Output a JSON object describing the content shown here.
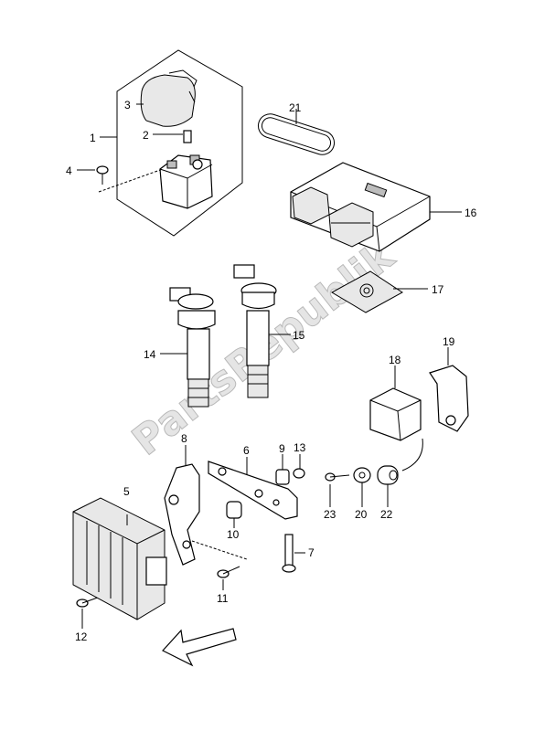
{
  "watermark": "PartsRepublik",
  "callouts": {
    "c1": "1",
    "c2": "2",
    "c3": "3",
    "c4": "4",
    "c5": "5",
    "c6": "6",
    "c7": "7",
    "c8": "8",
    "c9": "9",
    "c10": "10",
    "c11": "11",
    "c12": "12",
    "c13": "13",
    "c14": "14",
    "c15": "15",
    "c16": "16",
    "c17": "17",
    "c18": "18",
    "c19": "19",
    "c20": "20",
    "c21": "21",
    "c22": "22",
    "c23": "23"
  },
  "icons": {
    "direction_arrow": "arrow-front-icon",
    "gear_symbol": "gear-icon"
  }
}
